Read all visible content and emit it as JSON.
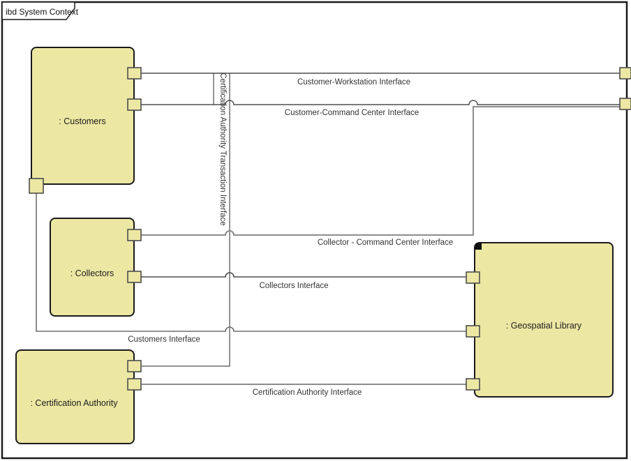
{
  "frame": {
    "tab_label": "ibd System Context"
  },
  "colors": {
    "background": "#ffffff",
    "frame_border": "#1a1a1a",
    "block_fill": "#ece7a3",
    "block_border": "#1a1a1a",
    "port_fill": "#ece7a3",
    "port_border": "#4d4d4d",
    "connector_dark": "#4d4d4d",
    "connector_gray": "#8c8c8c",
    "label_text": "#333333"
  },
  "blocks": {
    "customers": {
      "label": ": Customers"
    },
    "collectors": {
      "label": ": Collectors"
    },
    "certification_authority": {
      "label": ": Certification Authority"
    },
    "geospatial_library": {
      "label": ": Geospatial Library"
    }
  },
  "connectors": {
    "customer_workstation": {
      "label": "Customer-Workstation Interface"
    },
    "customer_command_center": {
      "label": "Customer-Command Center Interface"
    },
    "certification_authority_transaction": {
      "label": "Certification Authority Transaction Interface"
    },
    "collector_command_center": {
      "label": "Collector - Command Center Interface"
    },
    "collectors_interface": {
      "label": "Collectors Interface"
    },
    "customers_interface": {
      "label": "Customers Interface"
    },
    "certification_authority_interface": {
      "label": "Certification Authority Interface"
    }
  }
}
